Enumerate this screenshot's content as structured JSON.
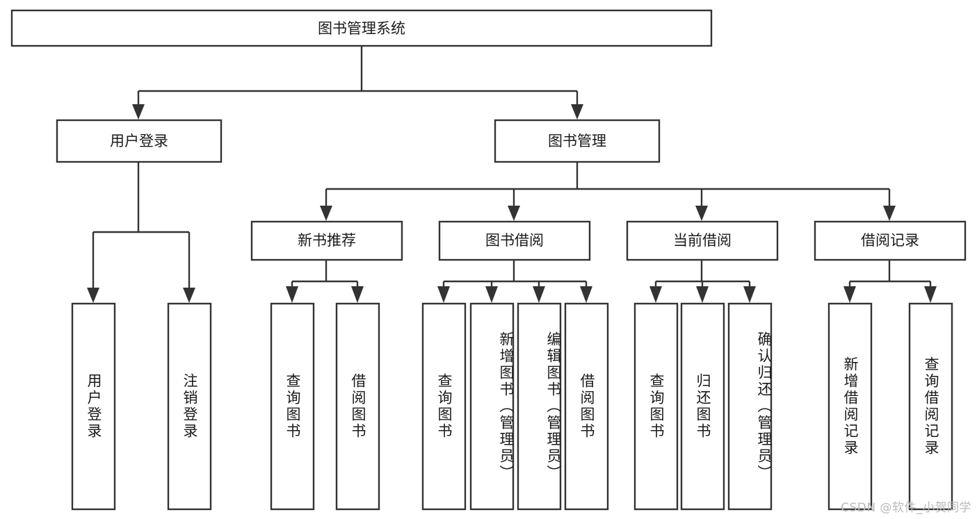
{
  "diagram": {
    "type": "tree-hierarchy-chart",
    "title": "图书管理系统",
    "watermark": "CSDN @软件_小贺同学",
    "colors": {
      "background": "#ffffff",
      "box_fill": "#ffffff",
      "box_stroke": "#333333",
      "text": "#1a1a1a",
      "watermark": "#b9b9b9"
    },
    "root": {
      "label": "图书管理系统"
    },
    "level2": [
      {
        "label": "用户登录"
      },
      {
        "label": "图书管理"
      }
    ],
    "level3": [
      {
        "label": "新书推荐"
      },
      {
        "label": "图书借阅"
      },
      {
        "label": "当前借阅"
      },
      {
        "label": "借阅记录"
      }
    ],
    "leaves": {
      "user_login": [
        {
          "label": "用户登录"
        },
        {
          "label": "注销登录"
        }
      ],
      "new_book_recommend": [
        {
          "label": "查询图书"
        },
        {
          "label": "借阅图书"
        }
      ],
      "book_borrow": [
        {
          "label": "查询图书"
        },
        {
          "label": "新增图书（管理员）"
        },
        {
          "label": "编辑图书（管理员）"
        },
        {
          "label": "借阅图书"
        }
      ],
      "current_borrow": [
        {
          "label": "查询图书"
        },
        {
          "label": "归还图书"
        },
        {
          "label": "确认归还（管理员）"
        }
      ],
      "borrow_record": [
        {
          "label": "新增借阅记录"
        },
        {
          "label": "查询借阅记录"
        }
      ]
    }
  }
}
